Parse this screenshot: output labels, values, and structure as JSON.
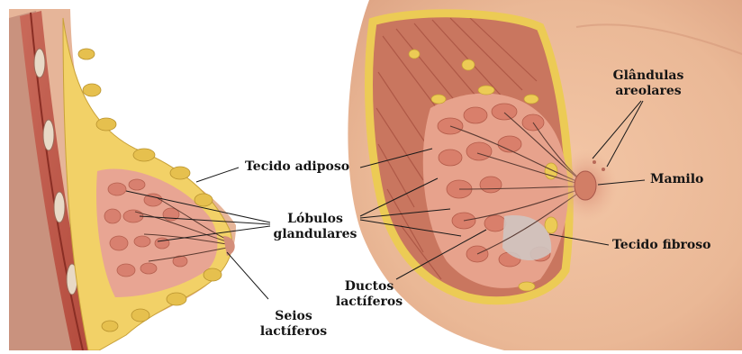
{
  "labels": {
    "tecido_adiposo": "Tecido adiposo",
    "lobulos_line1": "Lóbulos",
    "lobulos_line2": "glandulares",
    "seios_line1": "Seios",
    "seios_line2": "lactíferos",
    "ductos_line1": "Ductos",
    "ductos_line2": "lactíferos",
    "glandulas_line1": "Glândulas",
    "glandulas_line2": "areolares",
    "mamilo": "Mamilo",
    "tecido_fibroso": "Tecido fibroso"
  }
}
